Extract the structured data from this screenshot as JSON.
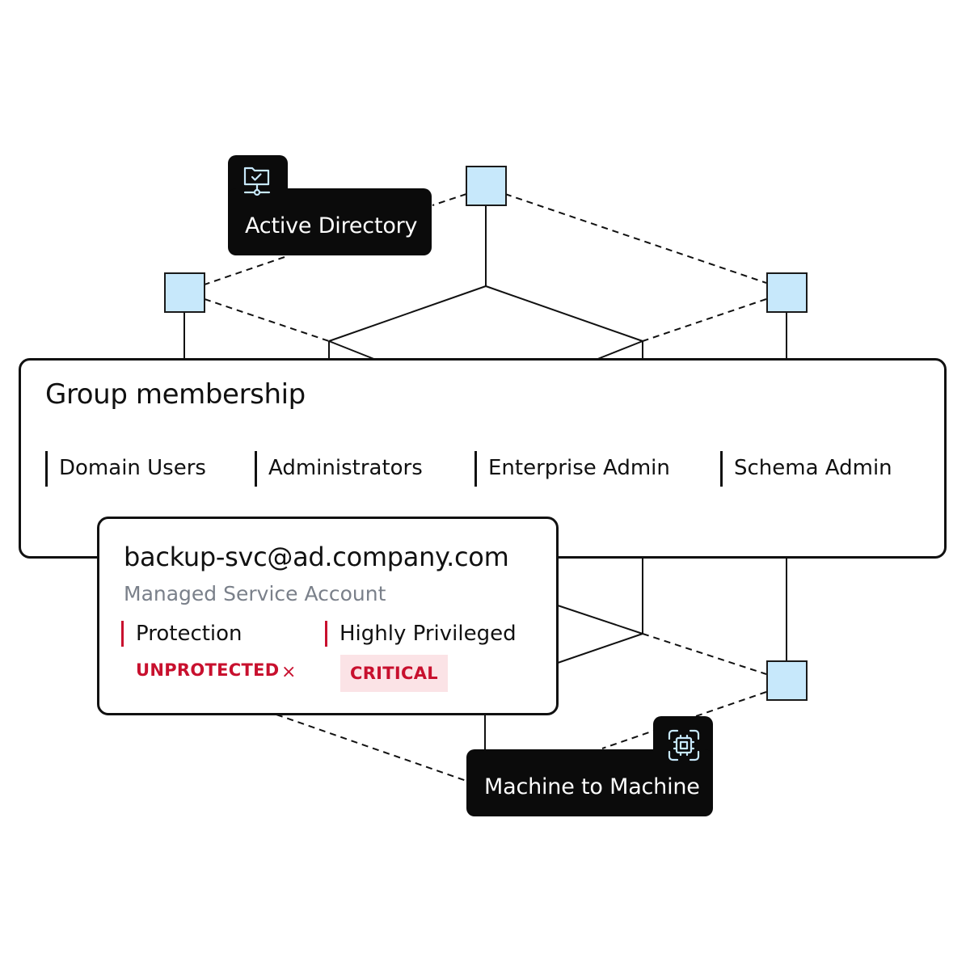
{
  "nodes": {
    "fill": "#c7e8fb",
    "stroke": "#1a1a1a"
  },
  "active_directory": {
    "label": "Active Directory",
    "icon": "folder-network-icon"
  },
  "machine_to_machine": {
    "label": "Machine to Machine",
    "icon": "chip-icon"
  },
  "group_membership": {
    "title": "Group membership",
    "groups": [
      "Domain Users",
      "Administrators",
      "Enterprise Admin",
      "Schema Admin"
    ]
  },
  "account": {
    "email": "backup-svc@ad.company.com",
    "type": "Managed Service Account",
    "protection_label": "Protection",
    "protection_status": "UNPROTECTED",
    "protection_mark": "×",
    "privilege_label": "Highly Privileged",
    "privilege_status": "CRITICAL"
  },
  "colors": {
    "danger": "#c8102e",
    "danger_bg": "#fbe3e6",
    "node_fill": "#c7e8fb",
    "tag_bg": "#0b0b0b",
    "muted_text": "#7a808a"
  }
}
